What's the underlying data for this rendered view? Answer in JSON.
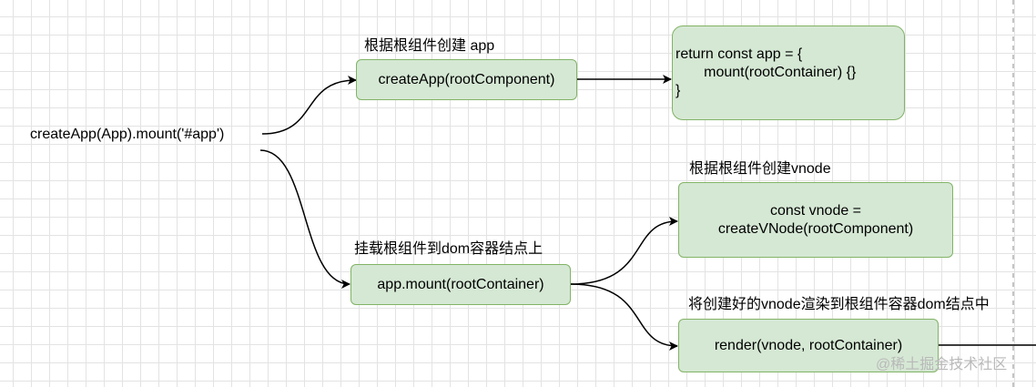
{
  "source_call": "createApp(App).mount('#app')",
  "labels": {
    "create_app": "根据根组件创建 app",
    "mount": "挂载根组件到dom容器结点上",
    "create_vnode": "根据根组件创建vnode",
    "render": "将创建好的vnode渲染到根组件容器dom结点中"
  },
  "boxes": {
    "create_app": "createApp(rootComponent)",
    "app_object": "return const app = {\n       mount(rootContainer) {}\n}",
    "mount": "app.mount(rootContainer)",
    "vnode": "const vnode =\ncreateVNode(rootComponent)",
    "render": "render(vnode, rootContainer)"
  },
  "watermark": "@稀土掘金技术社区",
  "colors": {
    "box_fill": "#d5e8d4",
    "box_stroke": "#82b366",
    "edge": "#000000",
    "grid": "#e3e3e3"
  }
}
